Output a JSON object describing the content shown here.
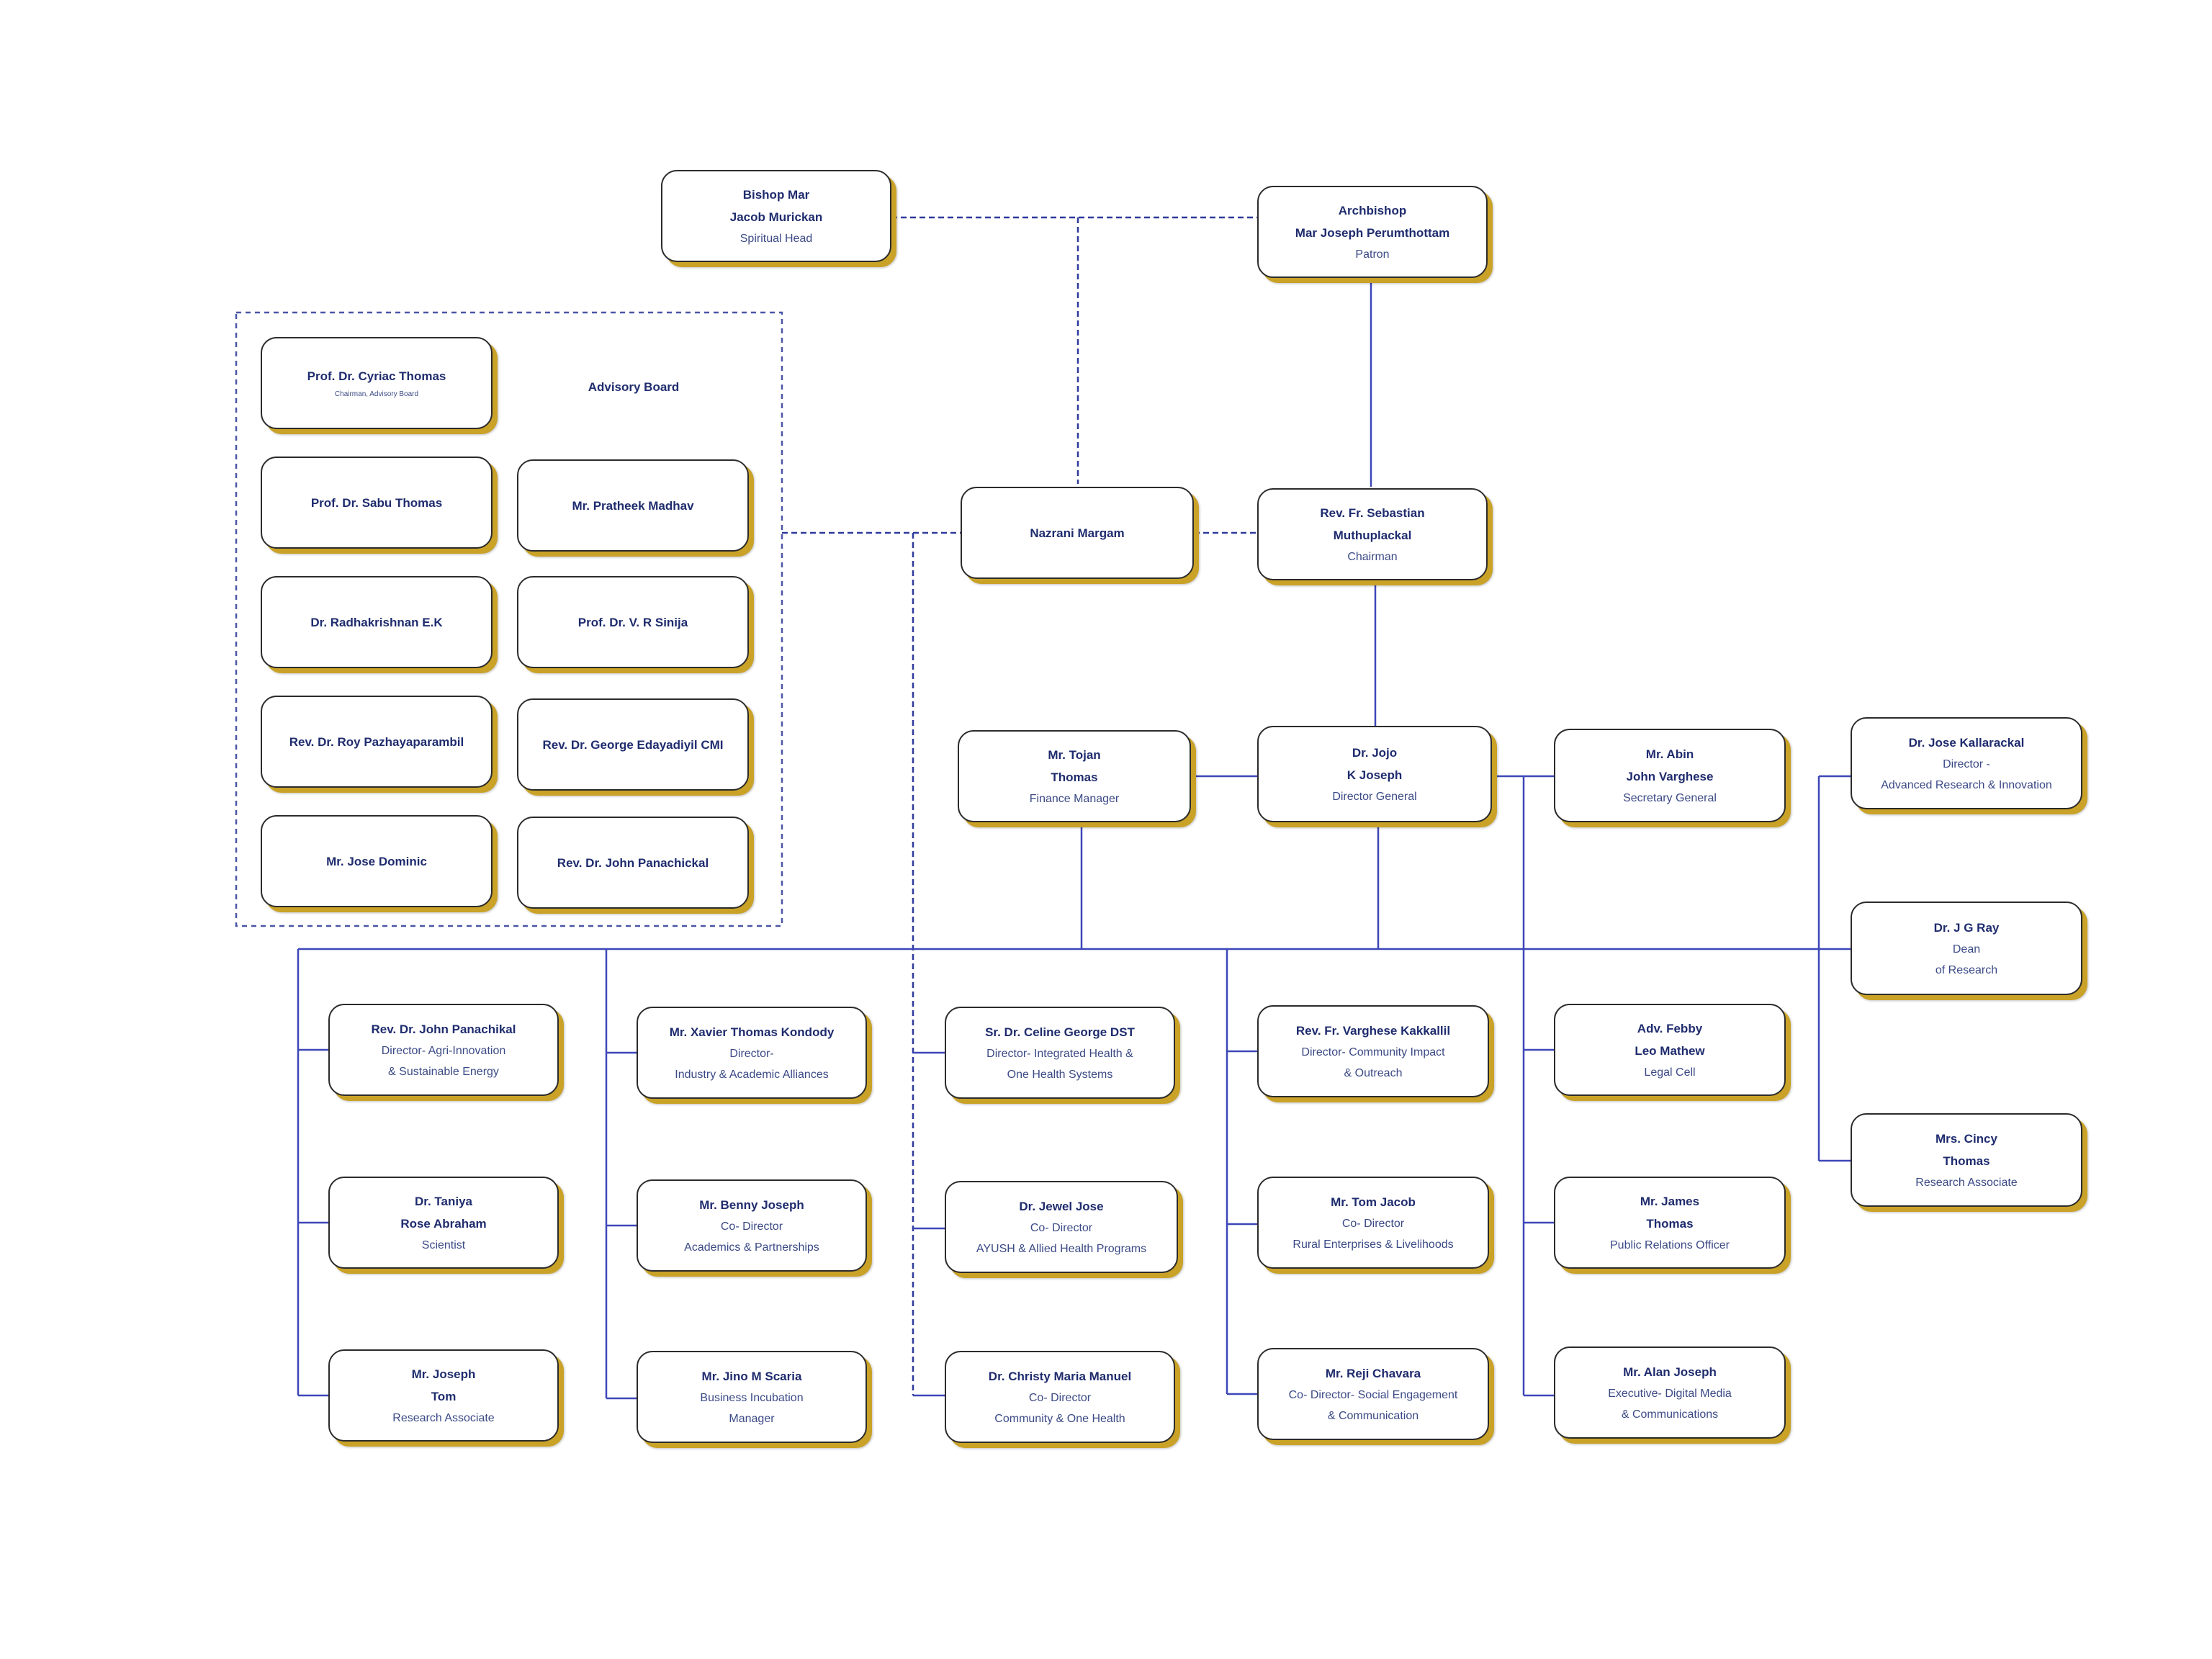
{
  "advisory_board_title": "Advisory Board",
  "people": {
    "bishop": {
      "name": "Bishop Mar\nJacob Murickan",
      "role": "Spiritual Head"
    },
    "archbishop": {
      "name": "Archbishop\nMar Joseph Perumthottam",
      "role": "Patron"
    },
    "nazrani": {
      "name": "Nazrani Margam",
      "role": ""
    },
    "chairman": {
      "name": "Rev. Fr. Sebastian\nMuthuplackal",
      "role": "Chairman"
    },
    "cyriac": {
      "name": "Prof. Dr. Cyriac Thomas",
      "role": "Chairman, Advisory Board"
    },
    "sabu": {
      "name": "Prof. Dr. Sabu Thomas",
      "role": ""
    },
    "pratheek": {
      "name": "Mr. Pratheek Madhav",
      "role": ""
    },
    "radhakrishnan": {
      "name": "Dr. Radhakrishnan E.K",
      "role": ""
    },
    "sinija": {
      "name": "Prof. Dr. V. R Sinija",
      "role": ""
    },
    "roy": {
      "name": "Rev. Dr. Roy Pazhayaparambil",
      "role": ""
    },
    "george": {
      "name": "Rev. Dr. George Edayadiyil CMI",
      "role": ""
    },
    "dominic": {
      "name": "Mr. Jose Dominic",
      "role": ""
    },
    "panachickal_adv": {
      "name": "Rev. Dr. John Panachickal",
      "role": ""
    },
    "tojan": {
      "name": "Mr. Tojan\nThomas",
      "role": "Finance Manager"
    },
    "jojo": {
      "name": "Dr. Jojo\nK Joseph",
      "role": "Director General"
    },
    "abin": {
      "name": "Mr. Abin\nJohn Varghese",
      "role": "Secretary General"
    },
    "kallarackal": {
      "name": "Dr. Jose Kallarackal",
      "role": "Director -\nAdvanced Research & Innovation"
    },
    "ray": {
      "name": "Dr. J G Ray",
      "role": "Dean\nof Research"
    },
    "cincy": {
      "name": "Mrs. Cincy\nThomas",
      "role": "Research Associate"
    },
    "panachikal_dir": {
      "name": "Rev. Dr. John Panachikal",
      "role": "Director-  Agri-Innovation\n& Sustainable Energy"
    },
    "taniya": {
      "name": "Dr. Taniya\nRose Abraham",
      "role": "Scientist"
    },
    "joseph_tom": {
      "name": "Mr. Joseph\nTom",
      "role": "Research Associate"
    },
    "xavier": {
      "name": "Mr. Xavier Thomas Kondody",
      "role": "Director-\nIndustry & Academic Alliances"
    },
    "benny": {
      "name": "Mr. Benny Joseph",
      "role": "Co- Director\nAcademics & Partnerships"
    },
    "jino": {
      "name": "Mr. Jino M Scaria",
      "role": "Business Incubation\nManager"
    },
    "celine": {
      "name": "Sr. Dr. Celine George DST",
      "role": "Director- Integrated Health &\nOne Health Systems"
    },
    "jewel": {
      "name": "Dr. Jewel Jose",
      "role": "Co- Director\nAYUSH & Allied Health Programs"
    },
    "christy": {
      "name": "Dr. Christy Maria Manuel",
      "role": "Co- Director\nCommunity & One Health"
    },
    "kakkallil": {
      "name": "Rev. Fr. Varghese Kakkallil",
      "role": "Director- Community Impact\n& Outreach"
    },
    "tom_jacob": {
      "name": "Mr. Tom Jacob",
      "role": "Co- Director\nRural Enterprises & Livelihoods"
    },
    "reji": {
      "name": "Mr. Reji Chavara",
      "role": "Co- Director- Social Engagement\n& Communication"
    },
    "febby": {
      "name": "Adv. Febby\nLeo Mathew",
      "role": "Legal Cell"
    },
    "james": {
      "name": "Mr. James\nThomas",
      "role": "Public Relations Officer"
    },
    "alan": {
      "name": "Mr. Alan Joseph",
      "role": "Executive- Digital Media\n& Communications"
    }
  }
}
